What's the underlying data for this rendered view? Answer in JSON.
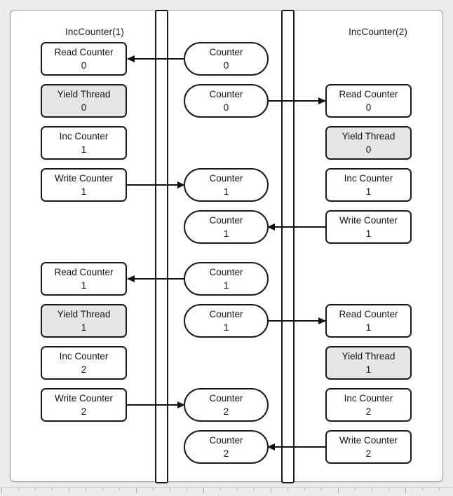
{
  "diagram": {
    "title_left": "IncCounter(1)",
    "title_right": "IncCounter(2)",
    "colors": {
      "canvas_background": "#ececed",
      "panel_background": "#ffffff",
      "panel_border": "#9a9a9a",
      "node_stroke": "#1a1a1a",
      "node_fill": "#ffffff",
      "yield_fill": "#e6e6e6",
      "arrow": "#111111",
      "text": "#141414",
      "ruler_tick": "#b3b3b3"
    },
    "left_column": [
      {
        "label": "Read Counter",
        "value": "0",
        "style": "plain"
      },
      {
        "label": "Yield Thread",
        "value": "0",
        "style": "yield"
      },
      {
        "label": "Inc Counter",
        "value": "1",
        "style": "plain"
      },
      {
        "label": "Write Counter",
        "value": "1",
        "style": "plain"
      },
      {
        "label": "Read Counter",
        "value": "1",
        "style": "plain"
      },
      {
        "label": "Yield Thread",
        "value": "1",
        "style": "yield"
      },
      {
        "label": "Inc Counter",
        "value": "2",
        "style": "plain"
      },
      {
        "label": "Write Counter",
        "value": "2",
        "style": "plain"
      }
    ],
    "center_column": [
      {
        "label": "Counter",
        "value": "0"
      },
      {
        "label": "Counter",
        "value": "0"
      },
      {
        "label": "Counter",
        "value": "1"
      },
      {
        "label": "Counter",
        "value": "1"
      },
      {
        "label": "Counter",
        "value": "1"
      },
      {
        "label": "Counter",
        "value": "1"
      },
      {
        "label": "Counter",
        "value": "2"
      },
      {
        "label": "Counter",
        "value": "2"
      }
    ],
    "right_column": [
      {
        "label": "Read Counter",
        "value": "0",
        "style": "plain"
      },
      {
        "label": "Yield Thread",
        "value": "0",
        "style": "yield"
      },
      {
        "label": "Inc Counter",
        "value": "1",
        "style": "plain"
      },
      {
        "label": "Write Counter",
        "value": "1",
        "style": "plain"
      },
      {
        "label": "Read Counter",
        "value": "1",
        "style": "plain"
      },
      {
        "label": "Yield Thread",
        "value": "1",
        "style": "yield"
      },
      {
        "label": "Inc Counter",
        "value": "2",
        "style": "plain"
      },
      {
        "label": "Write Counter",
        "value": "2",
        "style": "plain"
      }
    ],
    "arrows": [
      {
        "from": "center-0",
        "to": "left-0",
        "direction": "to-left"
      },
      {
        "from": "center-1",
        "to": "right-0",
        "direction": "to-right"
      },
      {
        "from": "left-3",
        "to": "center-2",
        "direction": "to-right"
      },
      {
        "from": "right-3",
        "to": "center-3",
        "direction": "to-left"
      },
      {
        "from": "center-4",
        "to": "left-4",
        "direction": "to-left"
      },
      {
        "from": "center-5",
        "to": "right-4",
        "direction": "to-right"
      },
      {
        "from": "left-7",
        "to": "center-6",
        "direction": "to-right"
      },
      {
        "from": "right-7",
        "to": "center-7",
        "direction": "to-left"
      }
    ],
    "lifelines": [
      {
        "name": "lifeline-incCounter-1"
      },
      {
        "name": "lifeline-incCounter-2"
      }
    ]
  }
}
